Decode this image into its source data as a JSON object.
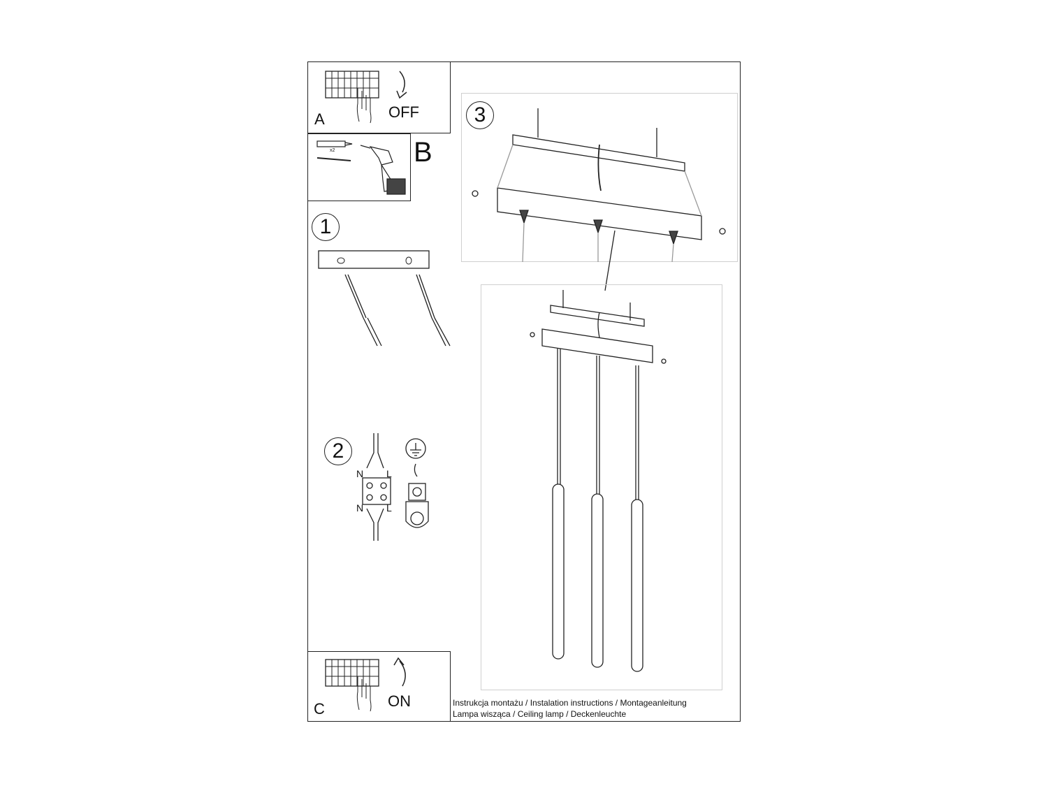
{
  "step_a": {
    "letter": "A",
    "action": "OFF"
  },
  "step_b": {
    "letter": "B",
    "count": "x2"
  },
  "step_1": {
    "number": "1"
  },
  "step_2": {
    "number": "2",
    "neutral": "N",
    "live": "L"
  },
  "step_3": {
    "number": "3"
  },
  "step_c": {
    "letter": "C",
    "action": "ON"
  },
  "footer": {
    "line1": "Instrukcja montażu / Instalation instructions / Montageanleitung",
    "line2": "Lampa wisząca / Ceiling lamp / Deckenleuchte"
  }
}
